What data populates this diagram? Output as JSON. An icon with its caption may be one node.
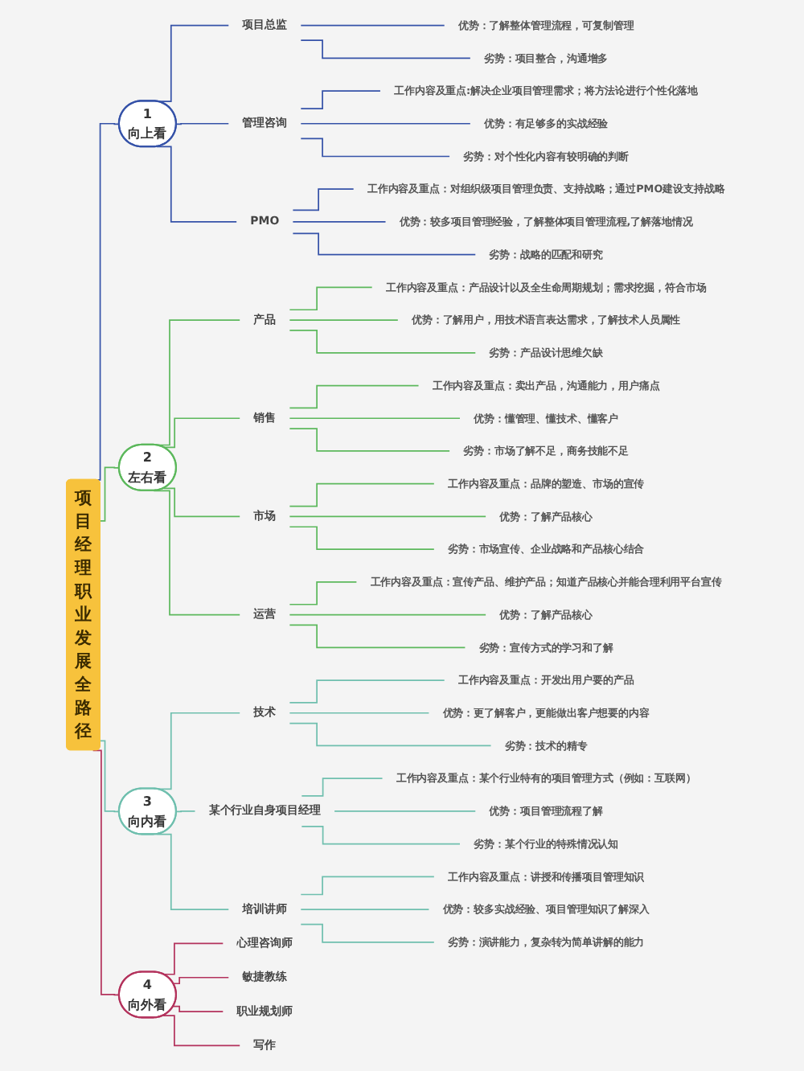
{
  "diagram": {
    "nodes": [
      {
        "text": [
          "项目经理职业发展全路径"
        ]
      },
      {
        "text": [
          "1",
          "向上看"
        ]
      },
      {
        "text": [
          "项目总监"
        ]
      },
      {
        "text": [
          "优势：了解整体管理流程，可复制管理"
        ]
      },
      {
        "text": [
          "劣势：项目整合，沟通增多"
        ]
      },
      {
        "text": [
          "管理咨询"
        ]
      },
      {
        "text": [
          "工作内容及重点:解决企业项目管理需求；将方法论进行个性化落地"
        ]
      },
      {
        "text": [
          "优势：有足够多的实战经验"
        ]
      },
      {
        "text": [
          "劣势：对个性化内容有较明确的判断"
        ]
      },
      {
        "text": [
          "PMO"
        ]
      },
      {
        "text": [
          "工作内容及重点：对组织级项目管理负责、支持战略；通过PMO建设支持战略"
        ]
      },
      {
        "text": [
          "优势：较多项目管理经验，了解整体项目管理流程,了解落地情况"
        ]
      },
      {
        "text": [
          "劣势：战略的匹配和研究"
        ]
      },
      {
        "text": [
          "2",
          "左右看"
        ]
      },
      {
        "text": [
          "产品"
        ]
      },
      {
        "text": [
          "工作内容及重点：产品设计以及全生命周期规划；需求挖掘，符合市场"
        ]
      },
      {
        "text": [
          "优势：了解用户，用技术语言表达需求，了解技术人员属性"
        ]
      },
      {
        "text": [
          "劣势：产品设计思维欠缺"
        ]
      },
      {
        "text": [
          "销售"
        ]
      },
      {
        "text": [
          "工作内容及重点：卖出产品，沟通能力，用户痛点"
        ]
      },
      {
        "text": [
          "优势：懂管理、懂技术、懂客户"
        ]
      },
      {
        "text": [
          "劣势：市场了解不足，商务技能不足"
        ]
      },
      {
        "text": [
          "市场"
        ]
      },
      {
        "text": [
          "工作内容及重点：品牌的塑造、市场的宣传"
        ]
      },
      {
        "text": [
          "优势：了解产品核心"
        ]
      },
      {
        "text": [
          "劣势：市场宣传、企业战略和产品核心结合"
        ]
      },
      {
        "text": [
          "运营"
        ]
      },
      {
        "text": [
          "工作内容及重点：宣传产品、维护产品；知道产品核心并能合理利用平台宣传"
        ]
      },
      {
        "text": [
          "优势：了解产品核心"
        ]
      },
      {
        "text": [
          "劣势：宣传方式的学习和了解"
        ]
      },
      {
        "text": [
          "3",
          "向内看"
        ]
      },
      {
        "text": [
          "技术"
        ]
      },
      {
        "text": [
          "工作内容及重点：开发出用户要的产品"
        ]
      },
      {
        "text": [
          "优势：更了解客户，更能做出客户想要的内容"
        ]
      },
      {
        "text": [
          "劣势：技术的精专"
        ]
      },
      {
        "text": [
          "某个行业自身项目经理"
        ]
      },
      {
        "text": [
          "工作内容及重点：某个行业特有的项目管理方式（例如：互联网）"
        ]
      },
      {
        "text": [
          "优势：项目管理流程了解"
        ]
      },
      {
        "text": [
          "劣势：某个行业的特殊情况认知"
        ]
      },
      {
        "text": [
          "培训讲师"
        ]
      },
      {
        "text": [
          "工作内容及重点：讲授和传播项目管理知识"
        ]
      },
      {
        "text": [
          "优势：较多实战经验、项目管理知识了解深入"
        ]
      },
      {
        "text": [
          "劣势：演讲能力，复杂转为简单讲解的能力"
        ]
      },
      {
        "text": [
          "4",
          "向外看"
        ]
      },
      {
        "text": [
          "心理咨询师"
        ]
      },
      {
        "text": [
          "敏捷教练"
        ]
      },
      {
        "text": [
          "职业规划师"
        ]
      },
      {
        "text": [
          "写作"
        ]
      }
    ],
    "edges": [
      {
        "from": 0,
        "to": 1,
        "arrow": "none",
        "color": "#3552a8"
      },
      {
        "from": 1,
        "to": 2,
        "arrow": "none",
        "color": "#3552a8"
      },
      {
        "from": 2,
        "to": 3,
        "arrow": "none",
        "color": "#3552a8"
      },
      {
        "from": 2,
        "to": 4,
        "arrow": "none",
        "color": "#3552a8"
      },
      {
        "from": 1,
        "to": 5,
        "arrow": "none",
        "color": "#3552a8"
      },
      {
        "from": 5,
        "to": 6,
        "arrow": "none",
        "color": "#3552a8"
      },
      {
        "from": 5,
        "to": 7,
        "arrow": "none",
        "color": "#3552a8"
      },
      {
        "from": 5,
        "to": 8,
        "arrow": "none",
        "color": "#3552a8"
      },
      {
        "from": 1,
        "to": 9,
        "arrow": "none",
        "color": "#3552a8"
      },
      {
        "from": 9,
        "to": 10,
        "arrow": "none",
        "color": "#3552a8"
      },
      {
        "from": 9,
        "to": 11,
        "arrow": "none",
        "color": "#3552a8"
      },
      {
        "from": 9,
        "to": 12,
        "arrow": "none",
        "color": "#3552a8"
      },
      {
        "from": 0,
        "to": 13,
        "arrow": "none"
      },
      {
        "from": 13,
        "to": 14,
        "arrow": "none"
      },
      {
        "from": 14,
        "to": 15,
        "arrow": "none"
      },
      {
        "from": 14,
        "to": 16,
        "arrow": "none"
      },
      {
        "from": 14,
        "to": 17,
        "arrow": "none"
      },
      {
        "from": 13,
        "to": 18,
        "arrow": "none"
      },
      {
        "from": 18,
        "to": 19,
        "arrow": "none"
      },
      {
        "from": 18,
        "to": 20,
        "arrow": "none"
      },
      {
        "from": 18,
        "to": 21,
        "arrow": "none"
      },
      {
        "from": 13,
        "to": 22,
        "arrow": "none"
      },
      {
        "from": 22,
        "to": 23,
        "arrow": "none"
      },
      {
        "from": 22,
        "to": 24,
        "arrow": "none"
      },
      {
        "from": 22,
        "to": 25,
        "arrow": "none"
      },
      {
        "from": 13,
        "to": 26,
        "arrow": "none"
      },
      {
        "from": 26,
        "to": 27,
        "arrow": "none"
      },
      {
        "from": 26,
        "to": 28,
        "arrow": "none"
      },
      {
        "from": 26,
        "to": 29,
        "arrow": "none"
      },
      {
        "from": 0,
        "to": 30,
        "arrow": "none",
        "color": "#6fbfae"
      },
      {
        "from": 30,
        "to": 31,
        "arrow": "none",
        "color": "#6fbfae"
      },
      {
        "from": 31,
        "to": 32,
        "arrow": "none",
        "color": "#6fbfae"
      },
      {
        "from": 31,
        "to": 33,
        "arrow": "none",
        "color": "#6fbfae"
      },
      {
        "from": 31,
        "to": 34,
        "arrow": "none",
        "color": "#6fbfae"
      },
      {
        "from": 30,
        "to": 35,
        "arrow": "none",
        "color": "#6fbfae"
      },
      {
        "from": 35,
        "to": 36,
        "arrow": "none",
        "color": "#6fbfae"
      },
      {
        "from": 35,
        "to": 37,
        "arrow": "none",
        "color": "#6fbfae"
      },
      {
        "from": 35,
        "to": 38,
        "arrow": "none",
        "color": "#6fbfae"
      },
      {
        "from": 30,
        "to": 39,
        "arrow": "none",
        "color": "#6fbfae"
      },
      {
        "from": 39,
        "to": 40,
        "arrow": "none",
        "color": "#6fbfae"
      },
      {
        "from": 39,
        "to": 41,
        "arrow": "none",
        "color": "#6fbfae"
      },
      {
        "from": 39,
        "to": 42,
        "arrow": "none",
        "color": "#6fbfae"
      },
      {
        "from": 0,
        "to": 43,
        "arrow": "none",
        "color": "#b3325c"
      },
      {
        "from": 43,
        "to": 44,
        "arrow": "none",
        "color": "#b3325c"
      },
      {
        "from": 43,
        "to": 45,
        "arrow": "none",
        "color": "#b3325c"
      },
      {
        "from": 43,
        "to": 46,
        "arrow": "none",
        "color": "#b3325c"
      },
      {
        "from": 43,
        "to": 47,
        "arrow": "none",
        "color": "#b3325c"
      }
    ]
  }
}
